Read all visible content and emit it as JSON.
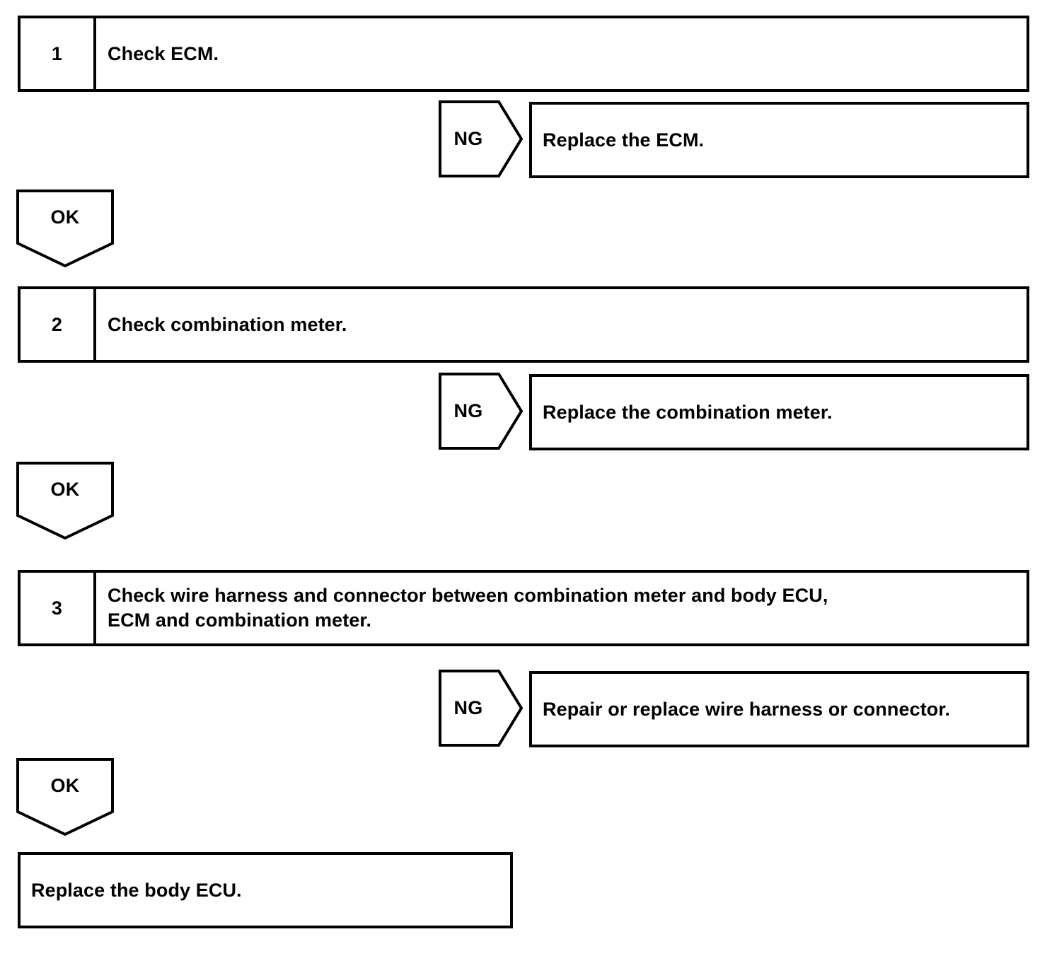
{
  "diagram": {
    "type": "troubleshooting-flowchart",
    "background_color": "#FFFFFF",
    "line_color": "#000000",
    "steps": [
      {
        "number": "1",
        "text_lines": [
          "Check ECM."
        ],
        "ng": {
          "label": "NG",
          "result": "Replace the ECM."
        },
        "ok": {
          "label": "OK"
        }
      },
      {
        "number": "2",
        "text_lines": [
          "Check combination meter."
        ],
        "ng": {
          "label": "NG",
          "result": "Replace the combination meter."
        },
        "ok": {
          "label": "OK"
        }
      },
      {
        "number": "3",
        "text_lines": [
          "Check wire harness and connector between combination meter and body ECU,",
          "ECM and combination meter."
        ],
        "ng": {
          "label": "NG",
          "result": "Repair or replace wire harness or connector."
        },
        "ok": {
          "label": "OK"
        }
      }
    ],
    "final": {
      "text": "Replace the body ECU."
    }
  }
}
